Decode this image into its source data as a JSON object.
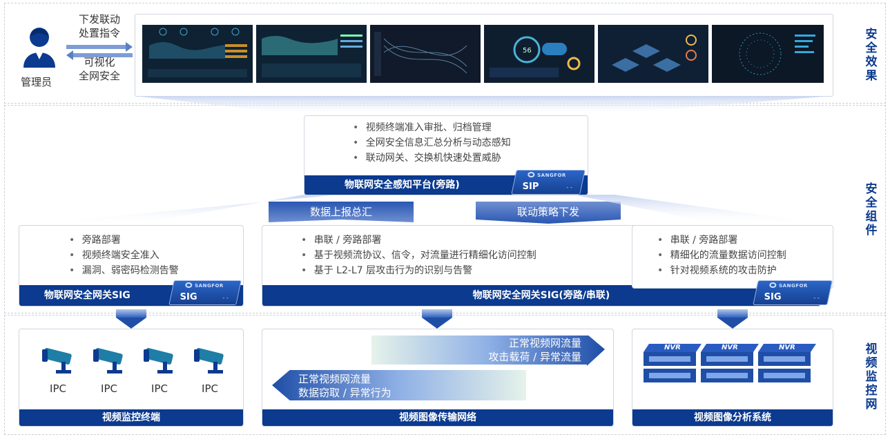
{
  "side_labels": {
    "effect": "安全效果",
    "component": "安全组件",
    "network": "视频监控网"
  },
  "admin": {
    "label": "管理员",
    "arrow_out_text": "下发联动\n处置指令",
    "arrow_in_text": "可视化\n全网安全"
  },
  "dashboards": {
    "count": 6
  },
  "sip": {
    "bullets": [
      "视频终端准入审批、归档管理",
      "全网安全信息汇总分析与动态感知",
      "联动网关、交换机快速处置威胁"
    ],
    "title": "物联网安全感知平台(旁路)",
    "device_name": "SIP",
    "brand": "SANGFOR"
  },
  "mid_arrows": {
    "report": "数据上报总汇",
    "policy": "联动策略下发"
  },
  "sig_left": {
    "bullets": [
      "旁路部署",
      "视频终端安全准入",
      "漏洞、弱密码检测告警"
    ],
    "title": "物联网安全网关SIG",
    "device_name": "SIG",
    "brand": "SANGFOR"
  },
  "sig_center": {
    "bullets": [
      "串联 / 旁路部署",
      "基于视频流协议、信令，对流量进行精细化访问控制",
      "基于 L2-L7 层攻击行为的识别与告警"
    ],
    "title": "物联网安全网关SIG(旁路/串联)"
  },
  "sig_right": {
    "bullets": [
      "串联 / 旁路部署",
      "精细化的流量数据访问控制",
      "针对视频系统的攻击防护"
    ],
    "device_name": "SIG",
    "brand": "SANGFOR"
  },
  "terminals": {
    "labels": [
      "IPC",
      "IPC",
      "IPC",
      "IPC"
    ],
    "title": "视频监控终端"
  },
  "transport": {
    "right_flow": [
      "正常视频网流量",
      "攻击载荷 / 异常流量"
    ],
    "left_flow": [
      "正常视频网流量",
      "数据窃取 / 异常行为"
    ],
    "title": "视频图像传输网络"
  },
  "analysis": {
    "nvr_label": "NVR",
    "title": "视频图像分析系统"
  },
  "device_port": "- -"
}
